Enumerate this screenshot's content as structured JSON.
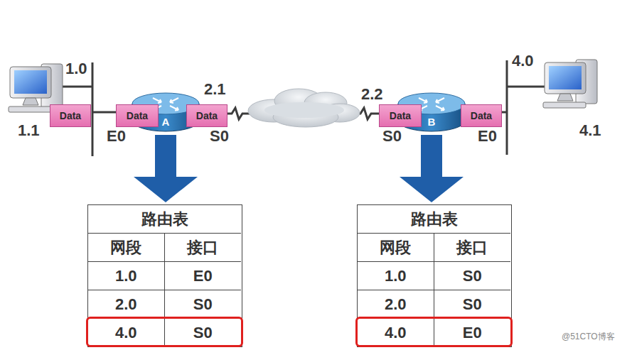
{
  "diagram": {
    "nodes": [
      {
        "text": [
          "Data"
        ]
      },
      {
        "text": [
          "Data"
        ]
      },
      {
        "text": [
          "A"
        ]
      },
      {
        "text": [
          "Data"
        ]
      },
      {
        "text": [
          "Data"
        ]
      },
      {
        "text": [
          "B"
        ]
      },
      {
        "text": [
          "Data"
        ]
      },
      {
        "text": [
          "路由表",
          "网段",
          "接口",
          "1.0",
          "E0",
          "2.0",
          "S0",
          "4.0",
          "S0"
        ]
      },
      {
        "text": [
          "路由表",
          "网段",
          "接口",
          "1.0",
          "S0",
          "2.0",
          "S0",
          "4.0",
          "E0"
        ]
      }
    ],
    "edges": [
      {
        "from": 2,
        "to": 5,
        "arrow": "none"
      },
      {
        "from": 2,
        "to": 7,
        "arrow": "to"
      },
      {
        "from": 5,
        "to": 8,
        "arrow": "to"
      }
    ],
    "labels": [
      "1.0",
      "1.1",
      "E0",
      "2.1",
      "S0",
      "2.2",
      "S0",
      "E0",
      "4.0",
      "4.1",
      "@51CTO博客"
    ]
  }
}
